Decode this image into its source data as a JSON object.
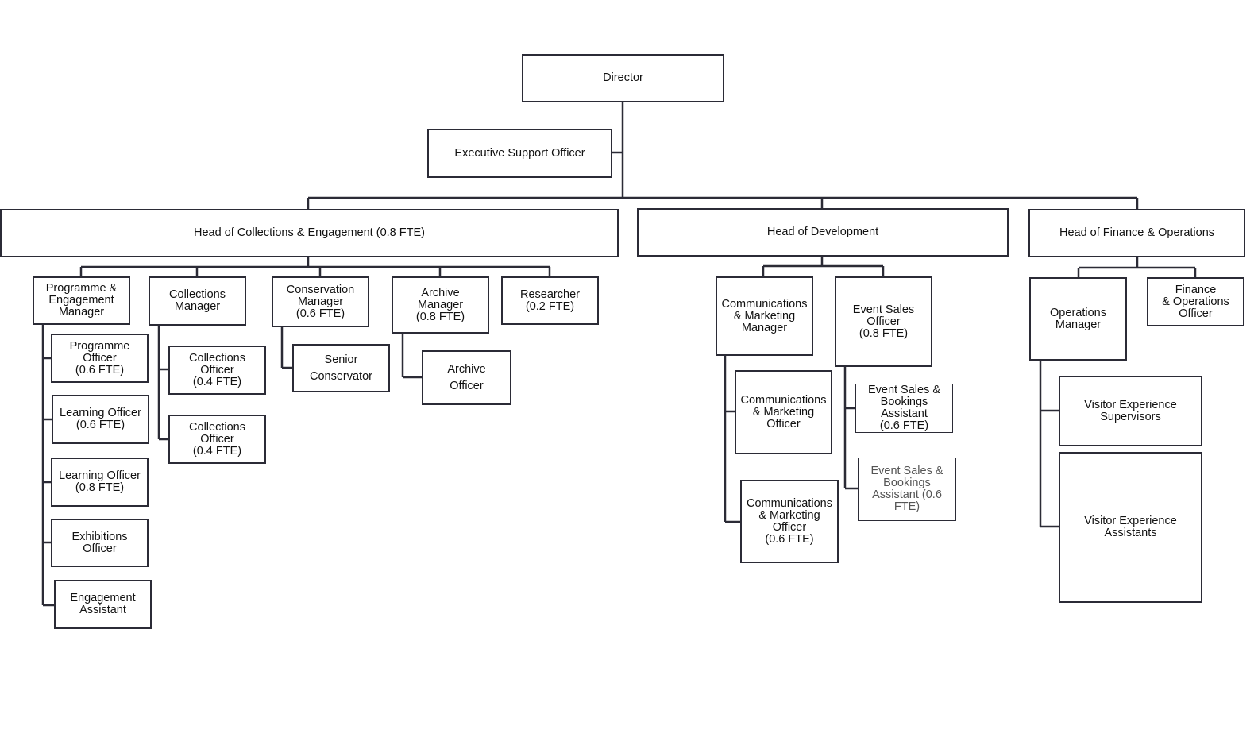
{
  "org_chart": {
    "director": "Director",
    "executive_support": "Executive Support Officer",
    "heads": {
      "collections": "Head of Collections & Engagement (0.8 FTE)",
      "development": "Head of Development",
      "finance": "Head of Finance & Operations"
    },
    "collections_team": {
      "programme_manager": "Programme &\nEngagement\nManager",
      "programme_officer": "Programme\nOfficer\n(0.6 FTE)",
      "learning_officer_06": "Learning Officer\n(0.6 FTE)",
      "learning_officer_08": "Learning Officer\n(0.8 FTE)",
      "exhibitions_officer": "Exhibitions Officer",
      "engagement_assistant": "Engagement\nAssistant",
      "collections_manager": "Collections\nManager",
      "collections_officer_1": "Collections Officer\n(0.4 FTE)",
      "collections_officer_2": "Collections Officer\n(0.4 FTE)",
      "conservation_manager": "Conservation\nManager\n(0.6 FTE)",
      "senior_conservator": "Senior\nConservator",
      "archive_manager": "Archive\nManager\n(0.8 FTE)",
      "archive_officer": "Archive\nOfficer",
      "researcher": "Researcher\n(0.2 FTE)"
    },
    "development_team": {
      "comms_manager": "Communications\n& Marketing\nManager",
      "comms_officer": "Communications\n& Marketing\nOfficer",
      "comms_officer_06": "Communications\n& Marketing\nOfficer\n(0.6 FTE)",
      "event_sales_officer": "Event Sales\nOfficer\n(0.8 FTE)",
      "event_assistant_1": "Event Sales &\nBookings\nAssistant\n(0.6 FTE)",
      "event_assistant_2": "Event Sales &\nBookings\nAssistant (0.6\nFTE)"
    },
    "finance_team": {
      "operations_manager": "Operations\nManager",
      "finance_officer": "Finance\n& Operations\nOfficer",
      "ve_supervisors": "Visitor Experience\nSupervisors",
      "ve_assistants": "Visitor Experience\nAssistants"
    },
    "colors": {
      "line": "#2b2b36",
      "box_border": "#2b2b36",
      "muted_text": "#555555"
    }
  }
}
